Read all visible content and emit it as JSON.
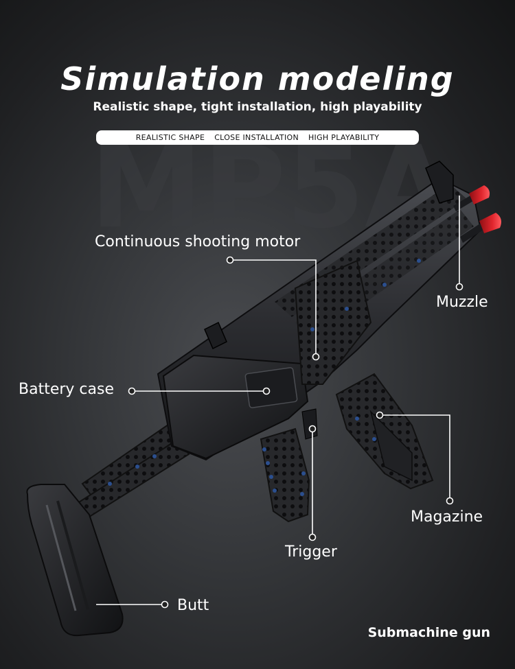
{
  "header": {
    "title": "Simulation modeling",
    "subtitle": "Realistic shape, tight installation, high playability",
    "badges": [
      "REALISTIC SHAPE",
      "CLOSE INSTALLATION",
      "HIGH PLAYABILITY"
    ],
    "watermark": "MP5A"
  },
  "labels": {
    "motor": "Continuous shooting motor",
    "muzzle": "Muzzle",
    "battery": "Battery case",
    "magazine": "Magazine",
    "trigger": "Trigger",
    "butt": "Butt"
  },
  "caption": "Submachine gun",
  "colors": {
    "background": "#2c2d30",
    "model_body": "#2a2b2e",
    "muzzle_tip": "#d81f26",
    "accent_pins": "#2b4f8f",
    "callout_line": "#ffffff"
  }
}
